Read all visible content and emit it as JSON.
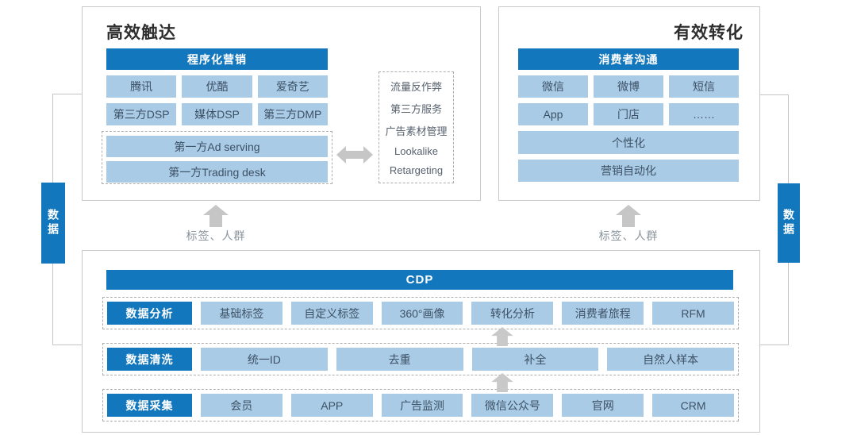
{
  "rails": {
    "left": "数据",
    "right": "数据"
  },
  "top_left": {
    "title": "高效触达",
    "header": "程序化营销",
    "media": [
      "腾讯",
      "优酷",
      "爱奇艺"
    ],
    "platforms": [
      "第三方DSP",
      "媒体DSP",
      "第三方DMP"
    ],
    "first_party": [
      "第一方Ad serving",
      "第一方Trading desk"
    ]
  },
  "services": {
    "items": [
      "流量反作弊",
      "第三方服务",
      "广告素材管理",
      "Lookalike",
      "Retargeting"
    ]
  },
  "top_right": {
    "title": "有效转化",
    "header": "消费者沟通",
    "channels": [
      "微信",
      "微博",
      "短信"
    ],
    "channels2": [
      "App",
      "门店",
      "……"
    ],
    "personalization": "个性化",
    "automation": "营销自动化"
  },
  "flow": {
    "left_label": "标签、人群",
    "right_label": "标签、人群"
  },
  "cdp": {
    "header": "CDP",
    "rows": [
      {
        "label": "数据分析",
        "cells": [
          "基础标签",
          "自定义标签",
          "360°画像",
          "转化分析",
          "消费者旅程",
          "RFM"
        ]
      },
      {
        "label": "数据清洗",
        "cells": [
          "统一ID",
          "去重",
          "补全",
          "自然人样本"
        ]
      },
      {
        "label": "数据采集",
        "cells": [
          "会员",
          "APP",
          "广告监测",
          "微信公众号",
          "官网",
          "CRM"
        ]
      }
    ]
  },
  "colors": {
    "primary_blue": "#1377BD",
    "light_blue": "#A9CBE5",
    "cell_text": "#3D5166",
    "arrow_gray": "#C6C6C6"
  }
}
